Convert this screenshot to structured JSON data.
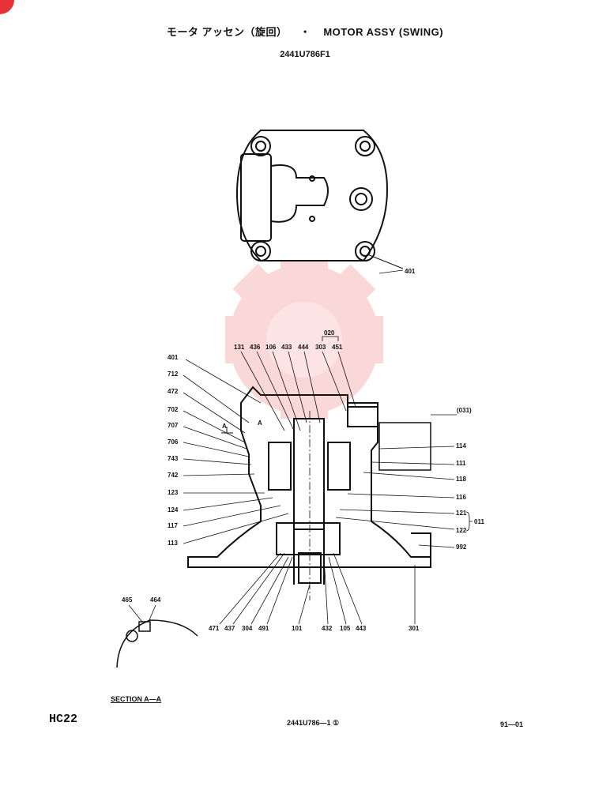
{
  "header": {
    "title_jp": "モータ アッセン（旋回）",
    "separator": "・",
    "title_en": "MOTOR ASSY (SWING)",
    "drawing_number": "2441U786F1"
  },
  "labels": {
    "top_view": [
      "401"
    ],
    "left": [
      "401",
      "712",
      "472",
      "702",
      "707",
      "706",
      "743",
      "742",
      "123",
      "124",
      "117",
      "113"
    ],
    "top": [
      "131",
      "436",
      "106",
      "433",
      "444",
      "303",
      "451"
    ],
    "group_top": "020",
    "right": [
      "(031)",
      "114",
      "111",
      "118",
      "116",
      "121",
      "122",
      "992"
    ],
    "group_right": "011",
    "bottom": [
      "471",
      "437",
      "304",
      "491",
      "101",
      "432",
      "105",
      "443",
      "301"
    ],
    "section_detail": [
      "465",
      "464"
    ],
    "section_marker": "A"
  },
  "section_label": "SECTION  A—A",
  "footer": {
    "model": "HC22",
    "code": "2441U786—1 ①",
    "page": "91—01"
  }
}
